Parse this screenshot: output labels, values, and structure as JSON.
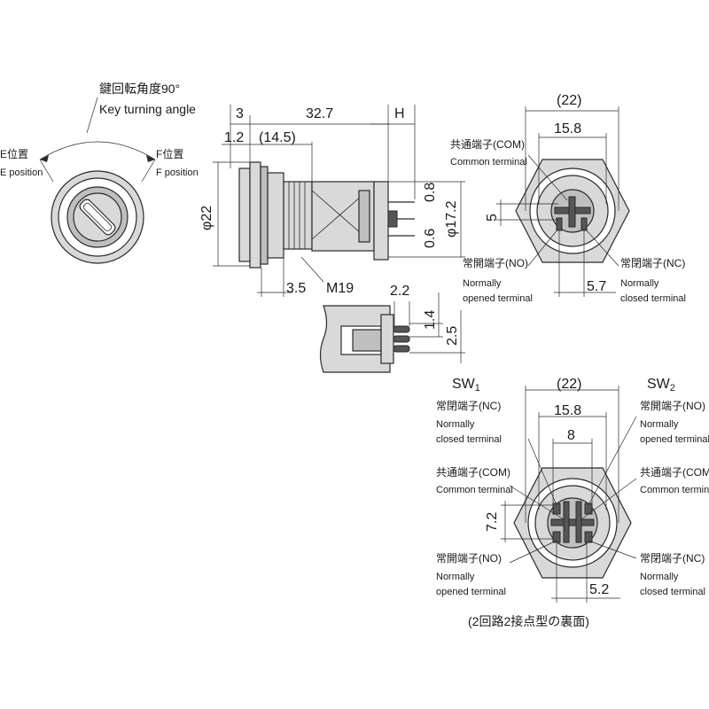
{
  "key_view": {
    "rotation_label_jp": "鍵回転角度90°",
    "rotation_label_en": "Key turning angle",
    "e_pos_jp": "E位置",
    "e_pos_en": "E position",
    "f_pos_jp": "F位置",
    "f_pos_en": "F position"
  },
  "side_view": {
    "dim_3": "3",
    "dim_32_7": "32.7",
    "dim_H": "H",
    "dim_1_2": "1.2",
    "dim_14_5": "(14.5)",
    "dim_phi22": "φ22",
    "dim_0_8": "0.8",
    "dim_phi17_2": "φ17.2",
    "dim_0_6": "0.6",
    "dim_3_5": "3.5",
    "dim_M19": "M19"
  },
  "terminal_detail": {
    "dim_2_2": "2.2",
    "dim_1_4": "1.4",
    "dim_2_5": "2.5"
  },
  "single_view": {
    "dim_22": "(22)",
    "dim_15_8": "15.8",
    "dim_5": "5",
    "dim_5_7": "5.7",
    "com_jp": "共通端子(COM)",
    "com_en": "Common terminal",
    "no_jp": "常開端子(NO)",
    "no_en1": "Normally",
    "no_en2": "opened terminal",
    "nc_jp": "常閉端子(NC)",
    "nc_en1": "Normally",
    "nc_en2": "closed terminal"
  },
  "double_view": {
    "sw1": "SW",
    "sw1_sub": "1",
    "sw2": "SW",
    "sw2_sub": "2",
    "dim_22": "(22)",
    "dim_15_8": "15.8",
    "dim_8": "8",
    "dim_7_2": "7.2",
    "dim_5_2": "5.2",
    "l_nc_jp": "常閉端子(NC)",
    "l_nc_en1": "Normally",
    "l_nc_en2": "closed terminal",
    "l_com_jp": "共通端子(COM)",
    "l_com_en": "Common terminal",
    "l_no_jp": "常開端子(NO)",
    "l_no_en1": "Normally",
    "l_no_en2": "opened terminal",
    "r_no_jp": "常開端子(NO)",
    "r_no_en1": "Normally",
    "r_no_en2": "opened terminal",
    "r_com_jp": "共通端子(COM)",
    "r_com_en": "Common terminal",
    "r_nc_jp": "常閉端子(NC)",
    "r_nc_en1": "Normally",
    "r_nc_en2": "closed terminal",
    "caption": "(2回路2接点型の裏面)"
  }
}
